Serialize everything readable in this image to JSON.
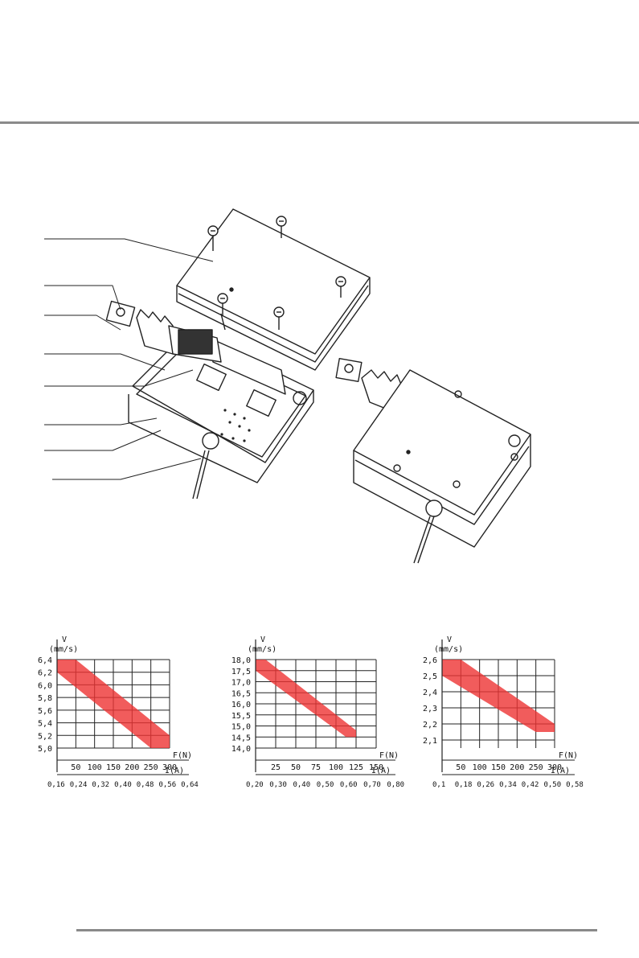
{
  "figure": {
    "callout_count": 8,
    "description_free": true
  },
  "chart_data": [
    {
      "type": "area",
      "title": "",
      "ylabel": "V\n(mm/s)",
      "y_label_top": "V",
      "y_label_unit": "(mm/s)",
      "xlabel": "F(N)",
      "x2label": "I(A)",
      "y_ticks": [
        "5,0",
        "5,2",
        "5,4",
        "5,6",
        "5,8",
        "6,0",
        "6,2",
        "6,4"
      ],
      "y_values": [
        5.0,
        5.2,
        5.4,
        5.6,
        5.8,
        6.0,
        6.2,
        6.4
      ],
      "x_ticks": [
        "50",
        "100",
        "150",
        "200",
        "250",
        "300"
      ],
      "x_values": [
        50,
        100,
        150,
        200,
        250,
        300
      ],
      "x2_ticks": [
        "0,16",
        "0,24",
        "0,32",
        "0,40",
        "0,48",
        "0,56",
        "0,64"
      ],
      "xlim": [
        0,
        300
      ],
      "ylim": [
        5.0,
        6.4
      ],
      "band_upper": [
        [
          0,
          6.4
        ],
        [
          50,
          6.4
        ],
        [
          300,
          5.2
        ]
      ],
      "band_lower": [
        [
          0,
          6.2
        ],
        [
          250,
          5.0
        ],
        [
          300,
          5.0
        ]
      ],
      "color": "#e33"
    },
    {
      "type": "area",
      "title": "",
      "y_label_top": "V",
      "y_label_unit": "(mm/s)",
      "xlabel": "F(N)",
      "x2label": "I(A)",
      "y_ticks": [
        "14,0",
        "14,5",
        "15,0",
        "15,5",
        "16,0",
        "16,5",
        "17,0",
        "17,5",
        "18,0"
      ],
      "y_values": [
        14.0,
        14.5,
        15.0,
        15.5,
        16.0,
        16.5,
        17.0,
        17.5,
        18.0
      ],
      "x_ticks": [
        "25",
        "50",
        "75",
        "100",
        "125",
        "150"
      ],
      "x_values": [
        25,
        50,
        75,
        100,
        125,
        150
      ],
      "x2_ticks": [
        "0,20",
        "0,30",
        "0,40",
        "0,50",
        "0,60",
        "0,70",
        "0,80"
      ],
      "xlim": [
        0,
        150
      ],
      "ylim": [
        14.0,
        18.0
      ],
      "band_upper": [
        [
          0,
          18.0
        ],
        [
          12.5,
          18.0
        ],
        [
          125,
          14.8
        ]
      ],
      "band_lower": [
        [
          0,
          17.5
        ],
        [
          112.5,
          14.5
        ],
        [
          125,
          14.5
        ]
      ],
      "color": "#e33"
    },
    {
      "type": "area",
      "title": "",
      "y_label_top": "V",
      "y_label_unit": "(mm/s)",
      "xlabel": "F(N)",
      "x2label": "I(A)",
      "y_ticks": [
        "2,1",
        "2,2",
        "2,3",
        "2,4",
        "2,5",
        "2,6"
      ],
      "y_values": [
        2.1,
        2.2,
        2.3,
        2.4,
        2.5,
        2.6
      ],
      "x_ticks": [
        "50",
        "100",
        "150",
        "200",
        "250",
        "300"
      ],
      "x_values": [
        50,
        100,
        150,
        200,
        250,
        300
      ],
      "x2_ticks": [
        "0,1",
        "0,18",
        "0,26",
        "0,34",
        "0,42",
        "0,50",
        "0,58"
      ],
      "xlim": [
        0,
        300
      ],
      "ylim": [
        2.05,
        2.6
      ],
      "band_upper": [
        [
          0,
          2.6
        ],
        [
          50,
          2.6
        ],
        [
          300,
          2.2
        ]
      ],
      "band_lower": [
        [
          0,
          2.5
        ],
        [
          250,
          2.15
        ],
        [
          300,
          2.15
        ]
      ],
      "color": "#e33"
    }
  ]
}
